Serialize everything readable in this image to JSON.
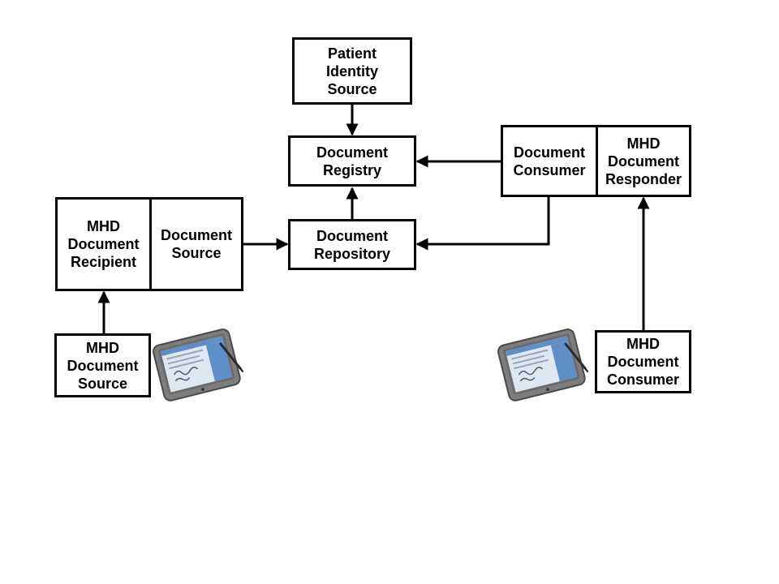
{
  "diagram": {
    "boxes": {
      "patient_identity_source": "Patient\nIdentity\nSource",
      "document_registry": "Document\nRegistry",
      "document_repository": "Document\nRepository",
      "document_consumer": "Document\nConsumer",
      "mhd_document_responder": "MHD\nDocument\nResponder",
      "mhd_document_recipient": "MHD\nDocument\nRecipient",
      "document_source": "Document\nSource",
      "mhd_document_source": "MHD\nDocument\nSource",
      "mhd_document_consumer": "MHD\nDocument\nConsumer"
    },
    "icons": {
      "left_tablet": "tablet-pen-icon",
      "right_tablet": "tablet-pen-icon"
    },
    "colors": {
      "line": "#000000",
      "box_border": "#000000",
      "tablet_body": "#8a8a8a",
      "tablet_screen": "#5f8fc9"
    }
  }
}
